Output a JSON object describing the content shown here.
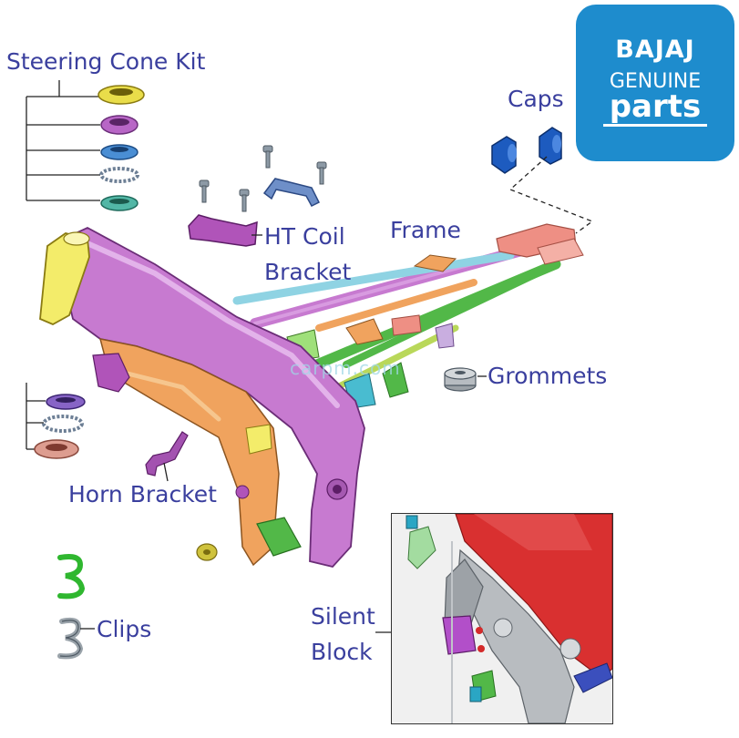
{
  "logo": {
    "brand": "BAJAJ",
    "genuine": "GENUINE",
    "parts": "parts"
  },
  "labels": {
    "steering_cone_kit": "Steering Cone Kit",
    "caps": "Caps",
    "ht_coil_line1": "HT Coil",
    "ht_coil_line2": "Bracket",
    "frame": "Frame",
    "grommets": "Grommets",
    "horn_bracket": "Horn Bracket",
    "clips": "Clips",
    "silent_block_line1": "Silent",
    "silent_block_line2": "Block"
  },
  "watermark": "carpm.com",
  "colors": {
    "label_text": "#3a3f9e",
    "logo_bg": "#1e8ccd",
    "frame_main": "#c77ad0",
    "frame_orange": "#f0a35e",
    "frame_green": "#52b848",
    "frame_pink": "#ee8f84",
    "steering_tube": "#f3ec6a",
    "inset_red": "#d93030"
  }
}
